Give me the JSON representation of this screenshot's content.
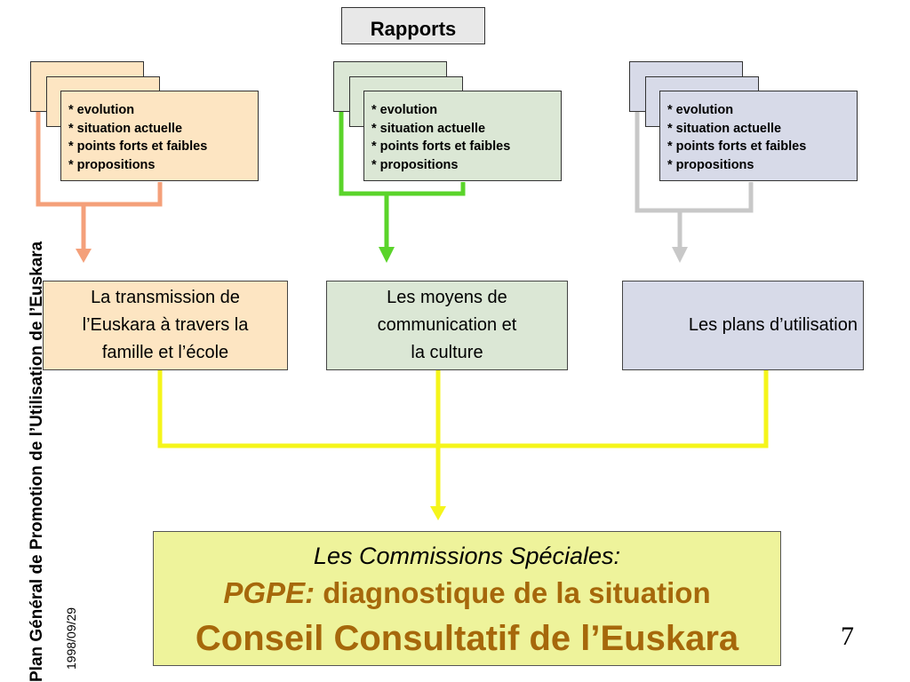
{
  "slide": {
    "side_title": "Plan Général de Promotion de l’Utilisation de l’Euskara",
    "date": "1998/09/29",
    "page_number": "7"
  },
  "rapports": {
    "label": "Rapports"
  },
  "report_cards": [
    {
      "lines": [
        "* evolution",
        "* situation actuelle",
        "* points forts et faibles",
        "* propositions"
      ],
      "color": "#fde5c2"
    },
    {
      "lines": [
        "* evolution",
        "* situation actuelle",
        "* points forts et faibles",
        "* propositions"
      ],
      "color": "#dbe7d5"
    },
    {
      "lines": [
        "* evolution",
        "* situation actuelle",
        "* points forts et faibles",
        "* propositions"
      ],
      "color": "#d7dae8"
    }
  ],
  "topics": [
    {
      "lines": [
        "La transmission de",
        "l’Euskara à travers la",
        "famille et l’école"
      ]
    },
    {
      "lines": [
        "Les moyens de",
        "communication et",
        "la culture"
      ]
    },
    {
      "lines": [
        "Les plans d’utilisation"
      ]
    }
  ],
  "commissions": {
    "subtitle": "Les Commissions Spéciales:",
    "acronym": "PGPE:",
    "diagnostic": " diagnostique de la situation",
    "council": "Conseil Consultatif de l’Euskara"
  },
  "colors": {
    "orange_connector": "#f4a07a",
    "green_connector": "#5ad42a",
    "grey_connector": "#c8c8c8",
    "yellow_connector": "#f5f51a",
    "commission_text": "#a6680b"
  }
}
